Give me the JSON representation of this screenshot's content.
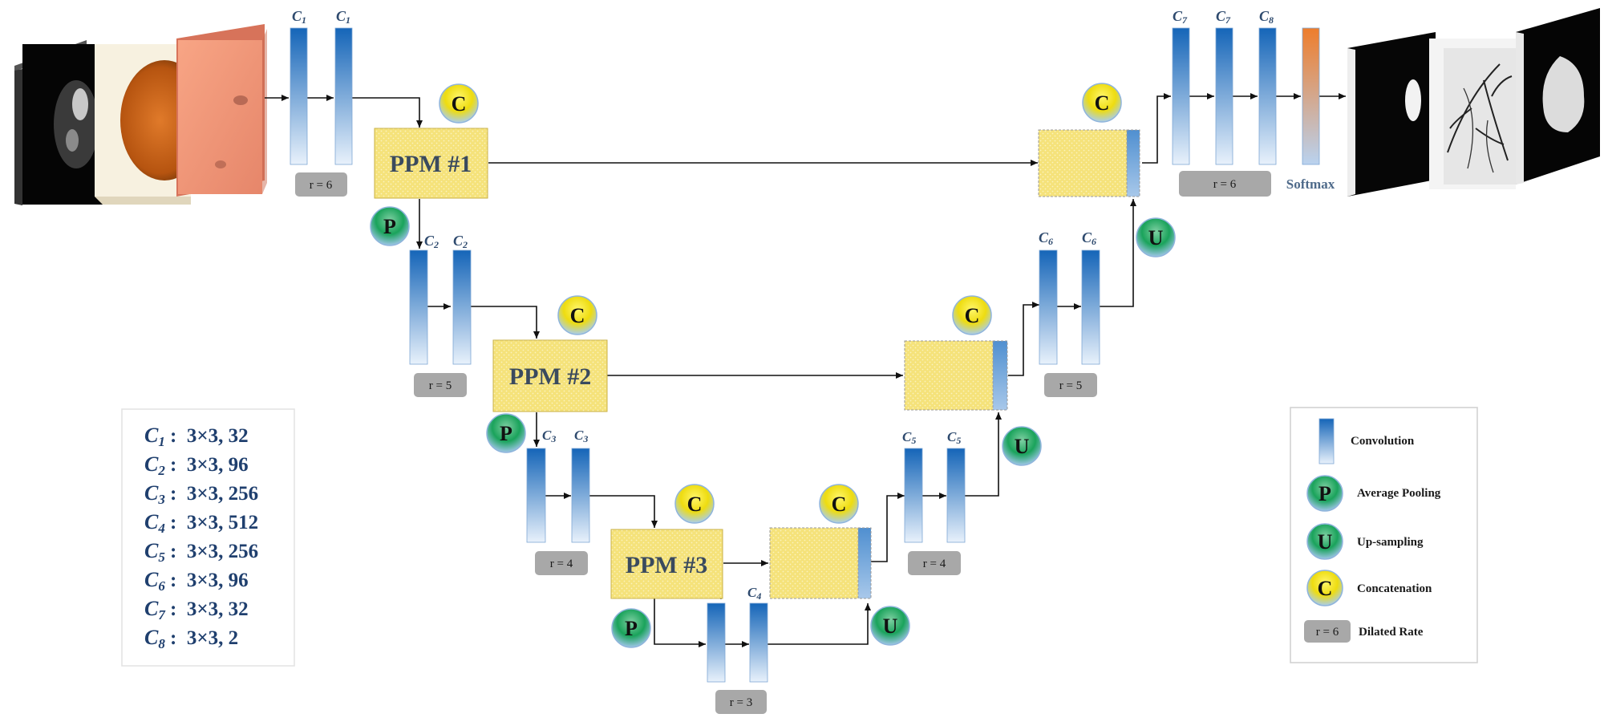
{
  "ppm_blocks": [
    {
      "label": "PPM #1"
    },
    {
      "label": "PPM #2"
    },
    {
      "label": "PPM #3"
    }
  ],
  "conv_labels": {
    "c1": {
      "name": "C",
      "sub": "1"
    },
    "c2": {
      "name": "C",
      "sub": "2"
    },
    "c3": {
      "name": "C",
      "sub": "3"
    },
    "c4": {
      "name": "C",
      "sub": "4"
    },
    "c5": {
      "name": "C",
      "sub": "5"
    },
    "c6": {
      "name": "C",
      "sub": "6"
    },
    "c7": {
      "name": "C",
      "sub": "7"
    },
    "c8": {
      "name": "C",
      "sub": "8"
    }
  },
  "dilation_badges": {
    "r6_enc": "r = 6",
    "r5_enc": "r = 5",
    "r4_enc": "r = 4",
    "r3_bot": "r = 3",
    "r4_dec": "r = 4",
    "r5_dec": "r = 5",
    "r6_dec": "r = 6"
  },
  "operations": {
    "pool": "P",
    "upsample": "U",
    "concat": "C"
  },
  "softmax_label": "Softmax",
  "config_table": [
    {
      "name": "C",
      "sub": "1",
      "value": ":  3×3, 32"
    },
    {
      "name": "C",
      "sub": "2",
      "value": ":  3×3, 96"
    },
    {
      "name": "C",
      "sub": "3",
      "value": ":  3×3, 256"
    },
    {
      "name": "C",
      "sub": "4",
      "value": ":  3×3, 512"
    },
    {
      "name": "C",
      "sub": "5",
      "value": ":  3×3, 256"
    },
    {
      "name": "C",
      "sub": "6",
      "value": ":  3×3, 96"
    },
    {
      "name": "C",
      "sub": "7",
      "value": ":  3×3, 32"
    },
    {
      "name": "C",
      "sub": "8",
      "value": ":  3×3, 2"
    }
  ],
  "legend": {
    "convolution": "Convolution",
    "average_pooling": "Average Pooling",
    "up_sampling": "Up-sampling",
    "concatenation": "Concatenation",
    "dilated_badge": "r = 6",
    "dilated_rate": "Dilated Rate"
  },
  "colors": {
    "conv_top": "#1565b8",
    "conv_bottom": "#e6f0fa",
    "ppm_fill": "#f5e27a",
    "badge": "#a8a8a8",
    "pool_circle": "#17a35a",
    "concat_circle": "#f2ea1c",
    "softmax_top": "#ee7d2c"
  }
}
